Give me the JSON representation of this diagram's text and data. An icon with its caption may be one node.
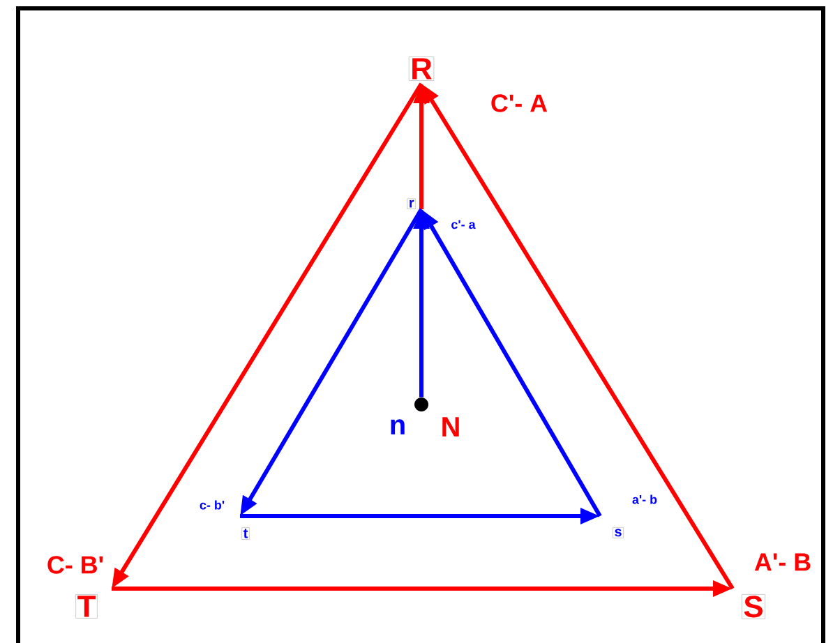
{
  "diagram": {
    "nodes": [
      {
        "text": [
          "R"
        ],
        "beside": [
          "C'- A"
        ]
      },
      {
        "text": [
          "r"
        ],
        "beside": [
          "c'- a"
        ]
      },
      {
        "text": [],
        "shape": "circle"
      },
      {
        "text": [
          "t"
        ],
        "beside": [
          "c- b'"
        ]
      },
      {
        "text": [
          "s"
        ],
        "beside": [
          "a'- b"
        ]
      },
      {
        "text": [
          "T"
        ],
        "beside": [
          "C- B'"
        ]
      },
      {
        "text": [
          "S"
        ],
        "beside": [
          "A'- B"
        ]
      }
    ],
    "edges": [
      {
        "from": 0,
        "to": 5,
        "arrow": "to",
        "color": "#ff0000"
      },
      {
        "from": 5,
        "to": 6,
        "arrow": "to",
        "color": "#ff0000"
      },
      {
        "from": 6,
        "to": 0,
        "arrow": "to",
        "color": "#ff0000"
      },
      {
        "from": 1,
        "to": 0,
        "arrow": "to",
        "color": "#ff0000"
      },
      {
        "from": 1,
        "to": 3,
        "arrow": "to",
        "color": "#0000ff"
      },
      {
        "from": 3,
        "to": 4,
        "arrow": "to",
        "color": "#0000ff"
      },
      {
        "from": 4,
        "to": 1,
        "arrow": "to",
        "color": "#0000ff"
      },
      {
        "from": 2,
        "to": 1,
        "arrow": "to",
        "color": "#0000ff"
      }
    ],
    "labels": [
      "n",
      "N"
    ]
  }
}
